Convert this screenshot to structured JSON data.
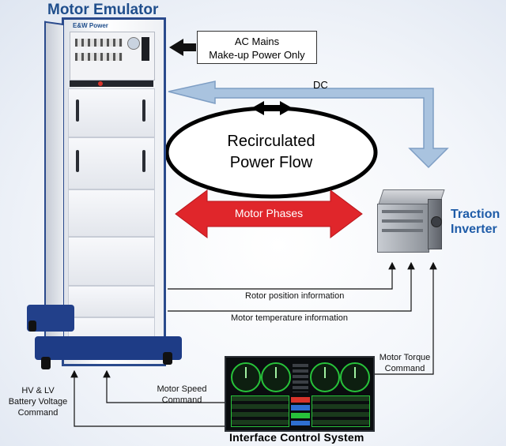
{
  "title": "Motor Emulator",
  "brand": "E&W Power",
  "ac_mains": {
    "line1": "AC Mains",
    "line2": "Make-up Power Only"
  },
  "dc_label": "DC",
  "recirculated": {
    "line1": "Recirculated",
    "line2": "Power Flow"
  },
  "motor_phases": "Motor Phases",
  "traction_inverter": {
    "line1": "Traction",
    "line2": "Inverter"
  },
  "rotor_position": "Rotor position information",
  "motor_temperature": "Motor temperature  information",
  "motor_torque": {
    "line1": "Motor Torque",
    "line2": "Command"
  },
  "motor_speed": {
    "line1": "Motor Speed",
    "line2": "Command"
  },
  "battery_voltage": {
    "line1": "HV & LV",
    "line2": "Battery Voltage",
    "line3": "Command"
  },
  "ics_label": "Interface Control System",
  "colors": {
    "title_blue": "#1f4e8c",
    "dc_arrow": "#a9c3df",
    "phase_red": "#e0262b",
    "cabinet_frame": "#2a4a8c",
    "screen_green": "#27c23a"
  }
}
